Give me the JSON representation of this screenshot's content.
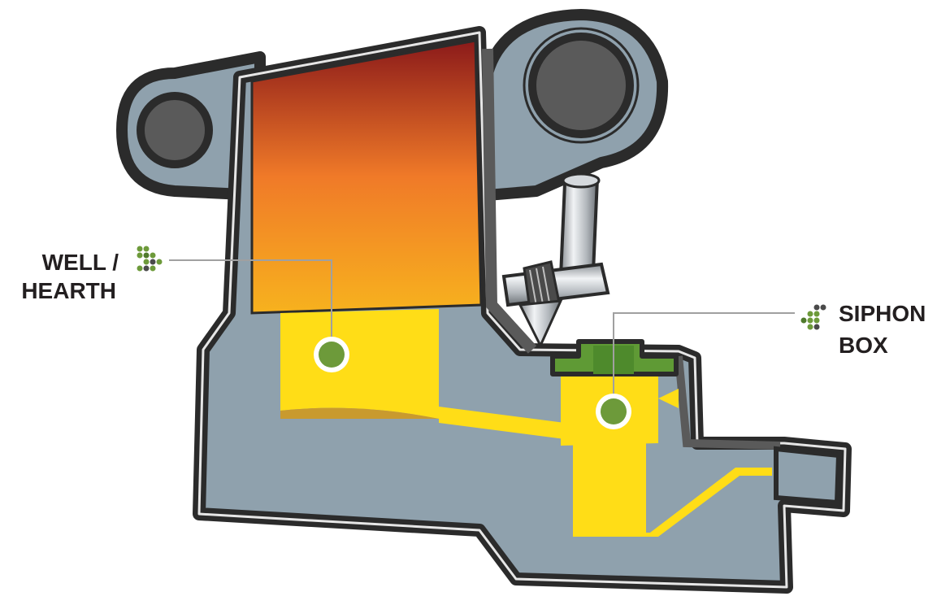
{
  "labels": {
    "well_hearth": {
      "line1": "WELL /",
      "line2": "HEARTH"
    },
    "siphon_box": {
      "line1": "SIPHON",
      "line2": "BOX"
    }
  },
  "colors": {
    "outline": "#2b2b2b",
    "body_gray": "#8fa1ad",
    "roller_dark": "#5a5a5a",
    "molten_top": "#8b1a1a",
    "molten_mid": "#f07a28",
    "molten_bottom": "#f7b21e",
    "liquid_yellow": "#ffdd17",
    "marker_green": "#6d9a3a",
    "siphon_cap_green": "#5f9a35",
    "leader_line": "#a0a0a0"
  },
  "icons": {
    "well_hearth_marker": "dot-cluster-icon",
    "siphon_box_marker": "dot-cluster-icon"
  }
}
